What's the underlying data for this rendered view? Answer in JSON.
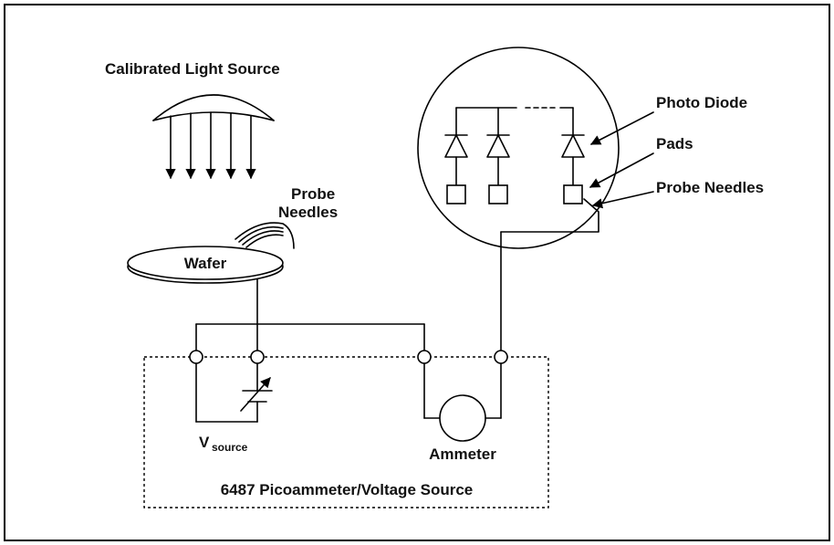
{
  "labels": {
    "light_source": "Calibrated Light Source",
    "probe_needles_left_1": "Probe",
    "probe_needles_left_2": "Needles",
    "wafer": "Wafer",
    "photo_diode": "Photo Diode",
    "pads": "Pads",
    "probe_needles_right": "Probe Needles",
    "vsource_main": "V",
    "vsource_sub": "source",
    "ammeter": "Ammeter",
    "instrument": "6487 Picoammeter/Voltage Source"
  }
}
